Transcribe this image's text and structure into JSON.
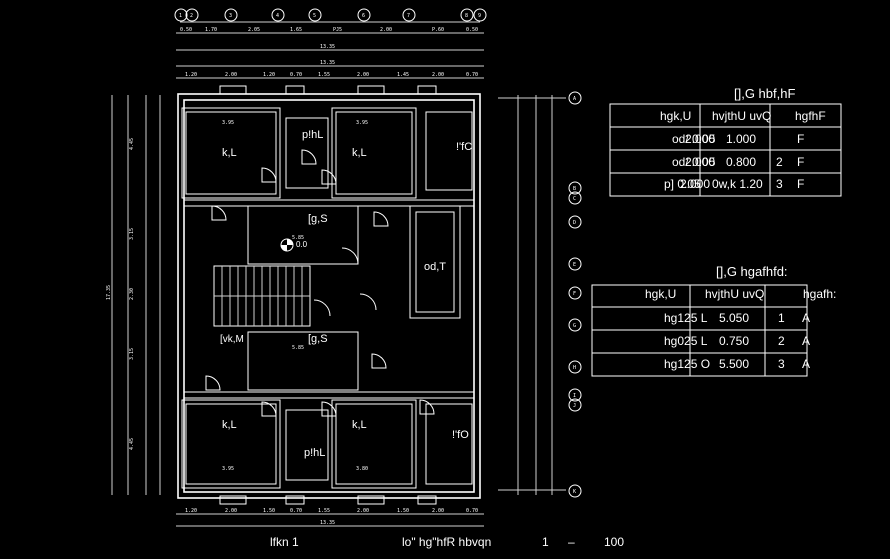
{
  "grid_top": [
    "1",
    "2",
    "3",
    "4",
    "5",
    "6",
    "7",
    "8",
    "9"
  ],
  "grid_right": [
    "A",
    "B",
    "C",
    "D",
    "E",
    "F",
    "G",
    "H",
    "I",
    "J",
    "K"
  ],
  "dims_top_1": [
    "0.50",
    "1.70",
    "2.05",
    "1.65",
    "PJ5",
    "2.00",
    "P.60",
    "0.50"
  ],
  "dims_top_total": "13.35",
  "dims_top_2": [
    "1.20",
    "2.00",
    "1.20",
    "0.70",
    "1.55",
    "2.00",
    "1.45",
    "2.00",
    "0.70"
  ],
  "dims_bottom_1": [
    "1.20",
    "2.00",
    "1.50",
    "0.70",
    "1.55",
    "2.00",
    "1.50",
    "2.00",
    "0.70"
  ],
  "dims_bottom_total": "13.35",
  "dims_left": [
    "4.45",
    "3.15",
    "2.30",
    "3.15",
    "4.45"
  ],
  "dims_left_total": "17.35",
  "rooms": [
    {
      "id": "bed-1",
      "label": "k,L"
    },
    {
      "id": "bed-2",
      "label": "k,L"
    },
    {
      "id": "bath-top",
      "label": "p!hL"
    },
    {
      "id": "wc-top",
      "label": "!'fC"
    },
    {
      "id": "hall-top",
      "label": "[g,S"
    },
    {
      "id": "stair-level",
      "label": "0.0"
    },
    {
      "id": "kitchen",
      "label": "od,T"
    },
    {
      "id": "store",
      "label": "[vk,M"
    },
    {
      "id": "hall-bot",
      "label": "[g,S"
    },
    {
      "id": "bed-3",
      "label": "k,L"
    },
    {
      "id": "bed-4",
      "label": "k,L"
    },
    {
      "id": "bath-bot",
      "label": "p!hL"
    },
    {
      "id": "wc-bot",
      "label": "!'fO"
    }
  ],
  "room_dims": {
    "bed_top_left": "3.95",
    "bed_top_right": "3.95",
    "hall_top": "5.85",
    "hall_bot": "5.85",
    "bed_bot_left": "3.95",
    "bed_bot_right": "3.80"
  },
  "table_1": {
    "title": "[],G hbf,hF",
    "headers": [
      "hgk,U",
      "hvjthU uvQ",
      "hgfhF"
    ],
    "rows": [
      {
        "size": "od/ 0.05",
        "dim": "1.000",
        "mark": "F"
      },
      {
        "size": "od/ 0.05",
        "dim": "0.800",
        "mark": "F"
      },
      {
        "size": "p] 0.05",
        "dim": "0w,k 1.20",
        "mark": "F"
      }
    ],
    "row_overlays": [
      "2.000",
      "2.000",
      "2.000",
      "2",
      "3"
    ]
  },
  "table_2": {
    "title": "[],G hgafhfd:",
    "headers": [
      "hgk,U",
      "hvjthU uvQ",
      "hgafh:"
    ],
    "rows": [
      {
        "size": "hg125 L",
        "dim": "5.050",
        "num": "1",
        "mark": "A"
      },
      {
        "size": "hg025 L",
        "dim": "0.750",
        "num": "2",
        "mark": "A"
      },
      {
        "size": "hg125 O",
        "dim": "5.500",
        "num": "3",
        "mark": "A"
      }
    ]
  },
  "footer": {
    "left_label": "lfkn 1",
    "title": "lo\" hg\"hfR hbvqn",
    "scale_a": "1",
    "dash": "–",
    "scale_b": "100"
  }
}
